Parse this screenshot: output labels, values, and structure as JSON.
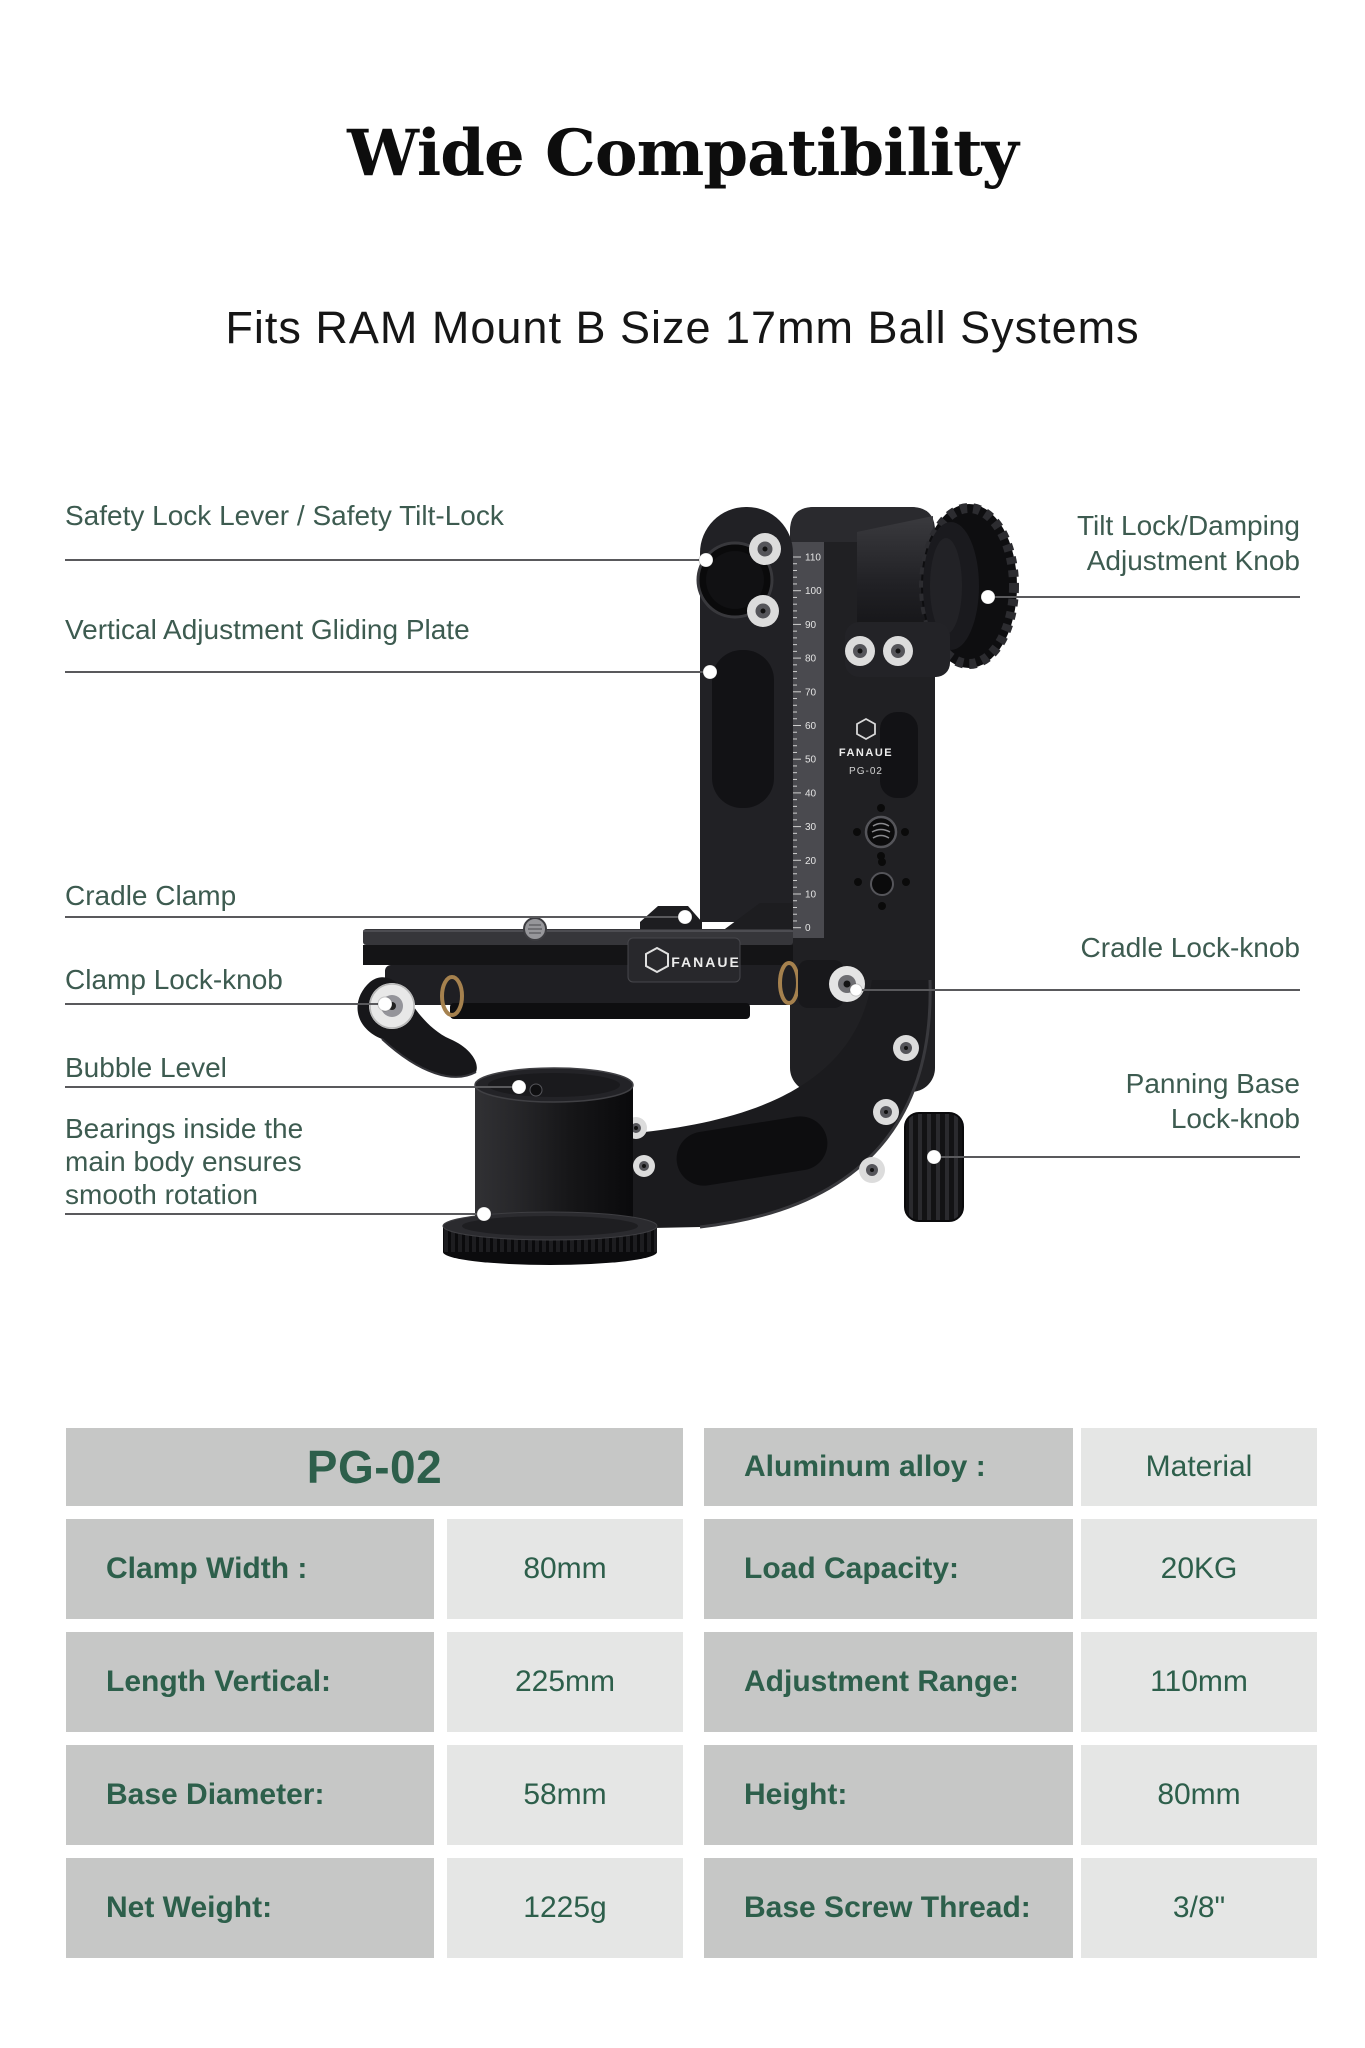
{
  "header": {
    "title": "Wide Compatibility",
    "subtitle": "Fits RAM Mount B Size 17mm Ball Systems"
  },
  "product": {
    "brand": "FANAUE",
    "model": "PG-02",
    "ruler_labels": [
      "110",
      "100",
      "90",
      "80",
      "70",
      "60",
      "50",
      "40",
      "30",
      "20",
      "10",
      "0"
    ]
  },
  "callouts": {
    "left": [
      {
        "label": "Safety Lock Lever / Safety Tilt-Lock"
      },
      {
        "label": "Vertical Adjustment Gliding Plate"
      },
      {
        "label": "Cradle Clamp"
      },
      {
        "label": "Clamp Lock-knob"
      },
      {
        "label": "Bubble Level"
      },
      {
        "label": "Bearings inside the main body ensures smooth rotation"
      }
    ],
    "right": [
      {
        "label": "Tilt Lock/Damping Adjustment Knob"
      },
      {
        "label": "Cradle Lock-knob"
      },
      {
        "label": "Panning Base Lock-knob"
      }
    ]
  },
  "specs": {
    "model": "PG-02",
    "right_header": {
      "label": "Aluminum alloy :",
      "value": "Material"
    },
    "left_rows": [
      {
        "label": "Clamp Width :",
        "value": "80mm"
      },
      {
        "label": "Length Vertical:",
        "value": "225mm"
      },
      {
        "label": "Base Diameter:",
        "value": "58mm"
      },
      {
        "label": "Net Weight:",
        "value": "1225g"
      }
    ],
    "right_rows": [
      {
        "label": "Load Capacity:",
        "value": "20KG"
      },
      {
        "label": "Adjustment Range:",
        "value": "110mm"
      },
      {
        "label": "Height:",
        "value": "80mm"
      },
      {
        "label": "Base Screw Thread:",
        "value": "3/8\""
      }
    ]
  },
  "colors": {
    "table_green": "#2d5f4b",
    "callout_green": "#3d5b50",
    "label_cell_bg": "#c6c7c6",
    "value_cell_bg": "#e5e6e5"
  }
}
